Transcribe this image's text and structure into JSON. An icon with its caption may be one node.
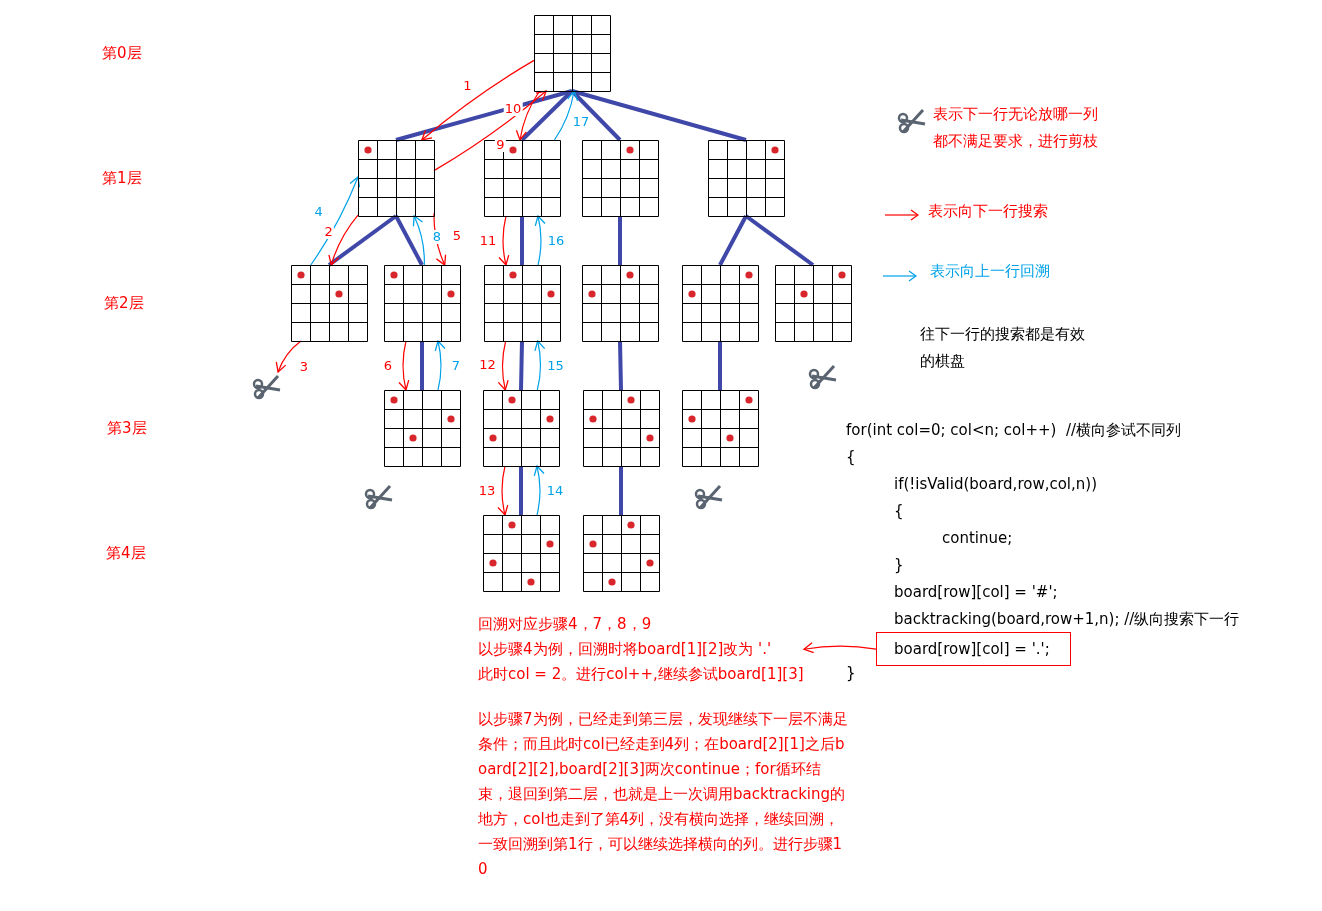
{
  "diagram": {
    "nodes": [
      {
        "text": [],
        "shape": "grid"
      },
      {
        "text": [],
        "shape": "grid"
      },
      {
        "text": [],
        "shape": "grid"
      },
      {
        "text": [],
        "shape": "grid"
      },
      {
        "text": [],
        "shape": "grid"
      },
      {
        "text": [],
        "shape": "grid"
      },
      {
        "text": [],
        "shape": "grid"
      },
      {
        "text": [],
        "shape": "grid"
      },
      {
        "text": [],
        "shape": "grid"
      },
      {
        "text": [],
        "shape": "grid"
      },
      {
        "text": [],
        "shape": "grid"
      },
      {
        "text": [],
        "shape": "grid"
      },
      {
        "text": [],
        "shape": "grid"
      },
      {
        "text": [],
        "shape": "grid"
      },
      {
        "text": [],
        "shape": "grid"
      },
      {
        "text": [],
        "shape": "grid"
      },
      {
        "text": [],
        "shape": "grid"
      },
      {
        "text": [],
        "shape": "scissors"
      },
      {
        "text": [
          "board[row][col] = '.';"
        ]
      },
      {
        "text": [
          "回溯对应步骤4，7，8，9",
          "以步骤4为例，回溯时将board[1][2]改为 '.'",
          "此时col = 2。进行col++,继续参试board[1][3]"
        ]
      }
    ],
    "edges": [
      {
        "from": 0,
        "to": 1,
        "arrow": "none",
        "style": "thick"
      },
      {
        "from": 0,
        "to": 2,
        "arrow": "none",
        "style": "thick"
      },
      {
        "from": 0,
        "to": 3,
        "arrow": "none",
        "style": "thick"
      },
      {
        "from": 0,
        "to": 4,
        "arrow": "none",
        "style": "thick"
      },
      {
        "from": 1,
        "to": 5,
        "arrow": "none",
        "style": "thick"
      },
      {
        "from": 1,
        "to": 6,
        "arrow": "none",
        "style": "thick"
      },
      {
        "from": 2,
        "to": 7,
        "arrow": "none",
        "style": "thick"
      },
      {
        "from": 3,
        "to": 8,
        "arrow": "none",
        "style": "thick"
      },
      {
        "from": 4,
        "to": 9,
        "arrow": "none",
        "style": "thick"
      },
      {
        "from": 4,
        "to": 10,
        "arrow": "none",
        "style": "thick"
      },
      {
        "from": 6,
        "to": 11,
        "arrow": "none",
        "style": "thick"
      },
      {
        "from": 7,
        "to": 12,
        "arrow": "none",
        "style": "thick"
      },
      {
        "from": 8,
        "to": 13,
        "arrow": "none",
        "style": "thick"
      },
      {
        "from": 9,
        "to": 14,
        "arrow": "none",
        "style": "thick"
      },
      {
        "from": 12,
        "to": 15,
        "arrow": "none",
        "style": "thick"
      },
      {
        "from": 13,
        "to": 16,
        "arrow": "none",
        "style": "thick"
      },
      {
        "from": 0,
        "to": 1,
        "arrow": "to",
        "label": "1",
        "color": "#ff0000"
      },
      {
        "from": 1,
        "to": 5,
        "arrow": "to",
        "label": "2",
        "color": "#ff0000"
      },
      {
        "from": 5,
        "to": 17,
        "arrow": "to",
        "label": "3",
        "color": "#ff0000"
      },
      {
        "from": 5,
        "to": 1,
        "arrow": "to",
        "label": "4",
        "color": "#00a2e8"
      },
      {
        "from": 1,
        "to": 6,
        "arrow": "to",
        "label": "5",
        "color": "#ff0000"
      },
      {
        "from": 6,
        "to": 11,
        "arrow": "to",
        "label": "6",
        "color": "#ff0000"
      },
      {
        "from": 11,
        "to": 6,
        "arrow": "to",
        "label": "7",
        "color": "#00a2e8"
      },
      {
        "from": 6,
        "to": 1,
        "arrow": "to",
        "label": "8",
        "color": "#00a2e8"
      },
      {
        "from": 1,
        "to": 0,
        "arrow": "to",
        "label": "9",
        "color": "#ff0000"
      },
      {
        "from": 0,
        "to": 2,
        "arrow": "to",
        "label": "10",
        "color": "#ff0000"
      },
      {
        "from": 2,
        "to": 7,
        "arrow": "to",
        "label": "11",
        "color": "#ff0000"
      },
      {
        "from": 7,
        "to": 12,
        "arrow": "to",
        "label": "12",
        "color": "#ff0000"
      },
      {
        "from": 12,
        "to": 15,
        "arrow": "to",
        "label": "13",
        "color": "#ff0000"
      },
      {
        "from": 15,
        "to": 12,
        "arrow": "to",
        "label": "14",
        "color": "#00a2e8"
      },
      {
        "from": 12,
        "to": 7,
        "arrow": "to",
        "label": "15",
        "color": "#00a2e8"
      },
      {
        "from": 7,
        "to": 2,
        "arrow": "to",
        "label": "16",
        "color": "#00a2e8"
      },
      {
        "from": 2,
        "to": 0,
        "arrow": "to",
        "label": "17",
        "color": "#00a2e8"
      },
      {
        "from": 18,
        "to": 19,
        "arrow": "to",
        "color": "#ff0000"
      }
    ],
    "labels": [
      "第0层",
      "第1层",
      "第2层",
      "第3层",
      "第4层",
      "往下一行的搜索都是有效的棋盘",
      "for(int col=0; col<n; col++)  //横向参试不同列",
      "{",
      "if(!isValid(board,row,col,n))",
      "{",
      "continue;",
      "}",
      "board[row][col] = '#';",
      "backtracking(board,row+1,n); //纵向搜索下一行",
      "}",
      "以步骤7为例，已经走到第三层，发现继续下一层不满足条件；而且此时col已经走到4列；在board[2][1]之后board[2][2],board[2][3]两次continue；for循环结束，退回到第二层，也就是上一次调用backtracking的地方，col也走到了第4列，没有横向选择，继续回溯，一致回溯到第1行，可以继续选择横向的列。进行步骤10"
    ],
    "legend": [
      {
        "text": "表示下一行无论放哪一列都不满足要求，进行剪枝"
      },
      {
        "text": "表示向下一行搜索"
      },
      {
        "text": "表示向上一行回溯"
      }
    ]
  }
}
